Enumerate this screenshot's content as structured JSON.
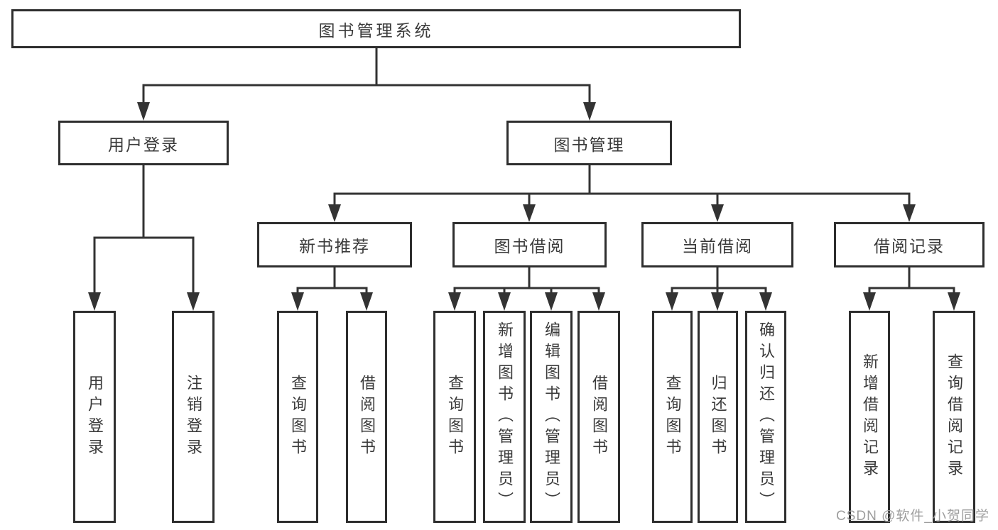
{
  "colors": {
    "line": "#333333",
    "box_border": "#2e2e2e",
    "box_fill": "#ffffff",
    "text": "#3a3a3a",
    "watermark_text": "#9e9e9e"
  },
  "tree": {
    "root": {
      "label": "图书管理系统"
    },
    "branches": [
      {
        "label": "用户登录",
        "children": [
          "用户登录",
          "注销登录"
        ]
      },
      {
        "label": "图书管理",
        "groups": [
          {
            "label": "新书推荐",
            "children": [
              "查询图书",
              "借阅图书"
            ]
          },
          {
            "label": "图书借阅",
            "children": [
              "查询图书",
              "新增图书（管理员）",
              "编辑图书（管理员）",
              "借阅图书"
            ]
          },
          {
            "label": "当前借阅",
            "children": [
              "查询图书",
              "归还图书",
              "确认归还（管理员）"
            ]
          },
          {
            "label": "借阅记录",
            "children": [
              "新增借阅记录",
              "查询借阅记录"
            ]
          }
        ]
      }
    ]
  },
  "watermark": "CSDN @软件_小贺同学"
}
